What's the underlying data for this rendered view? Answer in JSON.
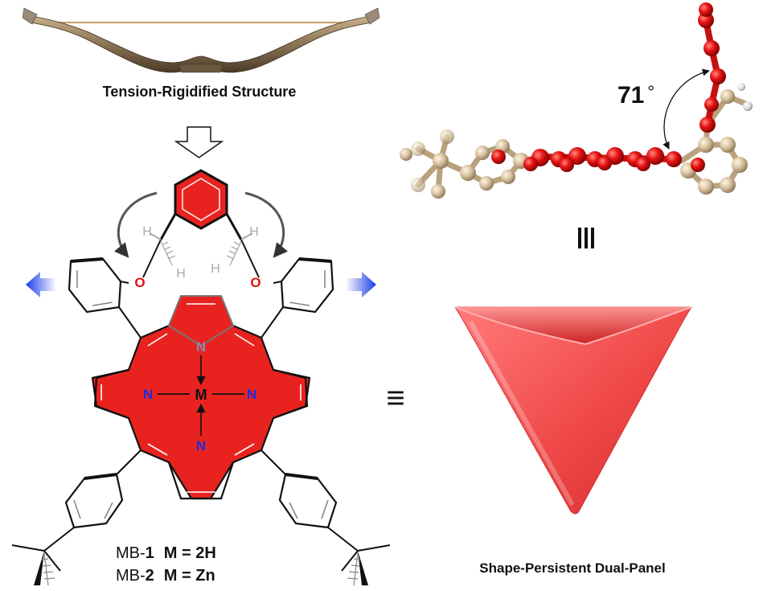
{
  "labels": {
    "top_caption": "Tension-Rigidified Structure",
    "bottom_caption": "Shape-Persistent Dual-Panel",
    "angle_value": "71",
    "angle_unit": "°",
    "equiv_symbol": "≡",
    "triple_bar": "|||",
    "compound_1_prefix": "MB-",
    "compound_1_number": "1",
    "compound_1_formula": "M = 2H",
    "compound_2_prefix": "MB-",
    "compound_2_number": "2",
    "compound_2_formula": "M = Zn"
  },
  "atoms": {
    "metal": "M",
    "nitrogen": "N",
    "oxygen": "O",
    "hydrogen": "H"
  },
  "colors": {
    "porphyrin_red": "#e8231f",
    "oxygen_red": "#e01010",
    "nitrogen_blue": "#1a2ee0",
    "nitrogen_gray": "#8a8ab0",
    "arrow_blue": "#2244ee",
    "bow_brown": "#8b7355",
    "bow_string": "#c8a060",
    "panel_red": "#f05050",
    "carbon_tan": "#d8c4a0",
    "bond_dark": "#111111",
    "bond_gray": "#888888"
  }
}
